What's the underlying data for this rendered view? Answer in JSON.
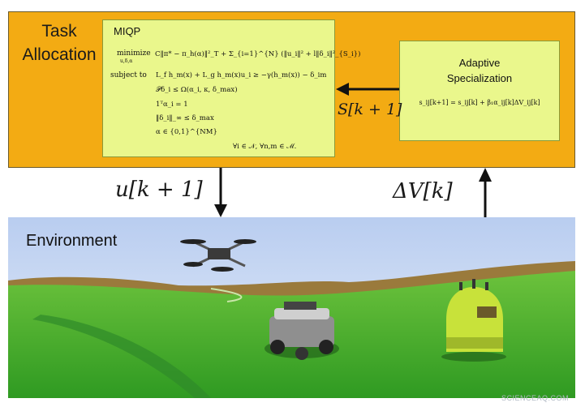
{
  "task": {
    "title_line1": "Task",
    "title_line2": "Allocation"
  },
  "miqp": {
    "title": "MIQP",
    "minimize_word": "minimize",
    "minimize_sub": "u,δ,α",
    "objective": "C‖π* − π_h(α)‖²_T + Σ_{i=1}^{N} (‖u_i‖² + l‖δ_i‖²_{S_i})",
    "subject_to": "subject to",
    "constraints": [
      "L_f h_m(x) + L_g h_m(x)u_i ≥ −γ(h_m(x)) − δ_im",
      "𝒫δ_i ≤ Ω(α_i, κ, δ_max)",
      "1ᵀα_i = 1",
      "‖δ_i‖_∞ ≤ δ_max",
      "α ∈ {0,1}^{NM}"
    ],
    "forall": "∀i ∈ 𝒩,  ∀n,m ∈ ℳ."
  },
  "adaptive": {
    "title_line1": "Adaptive",
    "title_line2": "Specialization",
    "equation": "s_ij[k+1] = s_ij[k] + β₁α_ij[k]ΔV_ij[k]"
  },
  "arrows": {
    "s_label": "S[k + 1]",
    "u_label": "u[k + 1]",
    "dv_label": "ΔV[k]"
  },
  "environment": {
    "title": "Environment"
  },
  "watermark": "SCIENCEAQ.COM",
  "colors": {
    "task_panel": "#f3ab13",
    "equation_box": "#eaf78c",
    "sky_top": "#b9cdf0",
    "grass": "#3fa82a",
    "robot_yellow": "#c8e23a"
  }
}
